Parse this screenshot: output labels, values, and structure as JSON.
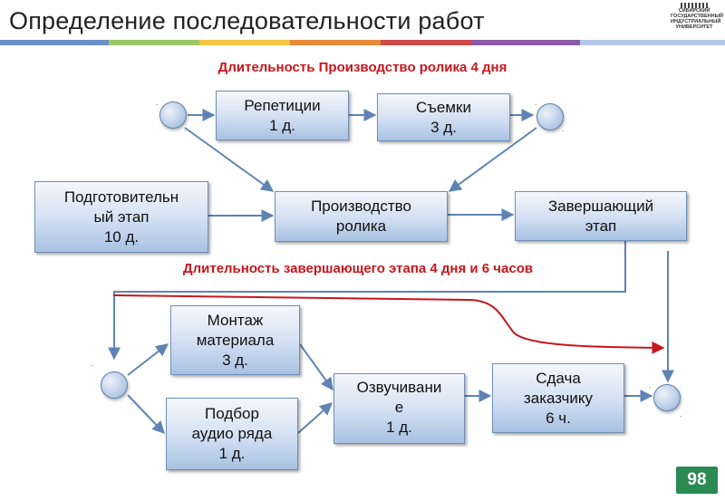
{
  "header": {
    "title": "Определение последовательности работ",
    "logo_text": "СИБИРСКИЙ ГОСУДАРСТВЕННЫЙ ИНДУСТРИАЛЬНЫЙ УНИВЕРСИТЕТ",
    "rainbow_colors": [
      "#6b8fc9",
      "#9cc86a",
      "#f4c542",
      "#e88a3a",
      "#d04a4a",
      "#8c5aa8",
      "#6b8fc9"
    ]
  },
  "annotations": {
    "top": "Длительность Производство ролика 4 дня",
    "middle": "Длительность завершающего этапа 4 дня и 6 часов"
  },
  "nodes": {
    "rehearsals": "Репетиции\n1 д.",
    "shooting": "Съемки\n3 д.",
    "prep": "Подготовительн\nый этап\n10 д.",
    "production": "Производство\nролика",
    "final": "Завершающий\nэтап",
    "montage": "Монтаж\nматериала\n3 д.",
    "audio_pick": "Подбор\nаудио ряда\n1 д.",
    "voiceover": "Озвучивани\nе\n1 д.",
    "delivery": "Сдача\nзаказчику\n6 ч."
  },
  "page_number": "98",
  "colors": {
    "arrow": "#5f84b4",
    "red_line": "#c8161d",
    "badge": "#2a8a52"
  }
}
